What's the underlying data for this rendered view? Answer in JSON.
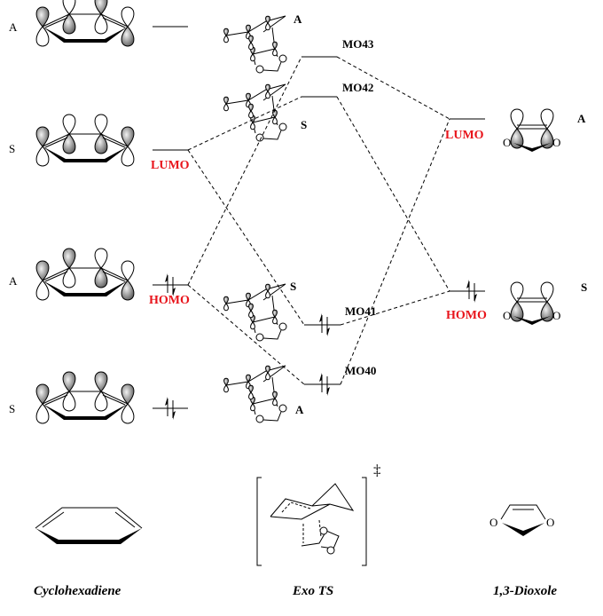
{
  "colors": {
    "highlight": "#e8141b",
    "level": "#555555",
    "shade": "#888888"
  },
  "left": {
    "symmetry": [
      "A",
      "S",
      "A",
      "S"
    ],
    "lumo_label": "LUMO",
    "homo_label": "HOMO",
    "caption": "Cyclohexadiene"
  },
  "middle": {
    "levels": [
      "MO43",
      "MO42",
      "MO41",
      "MO40"
    ],
    "symmetry": [
      "A",
      "S",
      "S",
      "A"
    ],
    "caption": "Exo TS",
    "ts_symbol": "‡"
  },
  "right": {
    "symmetry": [
      "A",
      "S"
    ],
    "lumo_label": "LUMO",
    "homo_label": "HOMO",
    "caption": "1,3-Dioxole",
    "oxygen": "O"
  }
}
